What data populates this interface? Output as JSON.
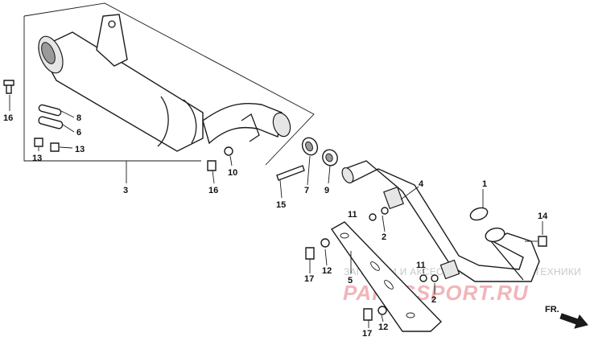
{
  "callouts": {
    "c1": "1",
    "c2a": "2",
    "c2b": "2",
    "c3": "3",
    "c4": "4",
    "c5": "5",
    "c6": "6",
    "c7": "7",
    "c8": "8",
    "c9": "9",
    "c10": "10",
    "c11a": "11",
    "c11b": "11",
    "c12a": "12",
    "c12b": "12",
    "c13a": "13",
    "c13b": "13",
    "c14": "14",
    "c15": "15",
    "c16a": "16",
    "c16b": "16",
    "c17a": "17",
    "c17b": "17"
  },
  "direction": {
    "label": "FR."
  },
  "watermark": {
    "tagline": "ЗАПЧАСТИ И АКСЕССУАРЫ ДЛЯ МОТОТЕХНИКИ",
    "logo": "PARTSSPORT.RU"
  }
}
